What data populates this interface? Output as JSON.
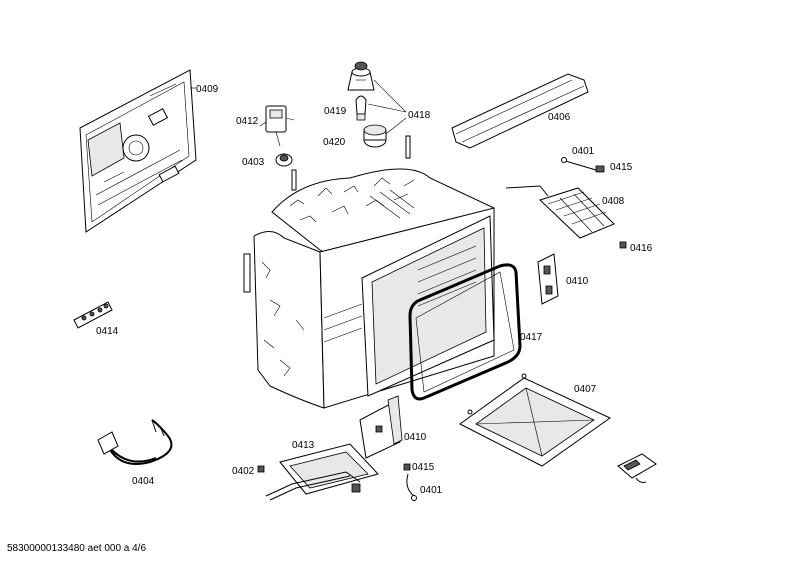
{
  "labels": {
    "p0409": "0409",
    "p0412": "0412",
    "p0403": "0403",
    "p0419": "0419",
    "p0418": "0418",
    "p0420": "0420",
    "p0406": "0406",
    "p0401a": "0401",
    "p0415a": "0415",
    "p0408": "0408",
    "p0416": "0416",
    "p0410a": "0410",
    "p0414": "0414",
    "p0417": "0417",
    "p0407": "0407",
    "p0410b": "0410",
    "p0413": "0413",
    "p0404": "0404",
    "p0402": "0402",
    "p0415b": "0415",
    "p0401b": "0401"
  },
  "footer": "58300000133480 aet 000 a 4/6"
}
